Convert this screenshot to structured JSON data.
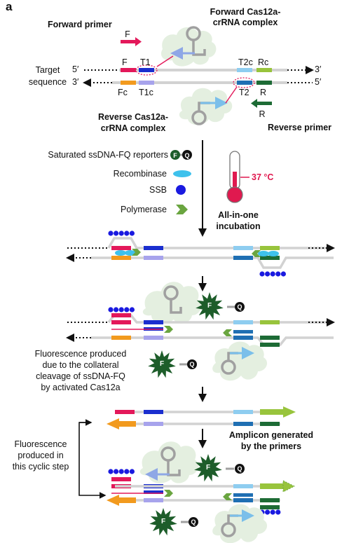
{
  "panel_label": "a",
  "top": {
    "forward_primer": "Forward primer",
    "forward_complex_line1": "Forward Cas12a-",
    "forward_complex_line2": "crRNA complex",
    "reverse_complex_line1": "Reverse Cas12a-",
    "reverse_complex_line2": "crRNA complex",
    "reverse_primer": "Reverse primer",
    "target_line1": "Target",
    "target_line2": "sequence",
    "F": "F",
    "R": "R",
    "T1": "T1",
    "T1c": "T1c",
    "T2": "T2",
    "T2c": "T2c",
    "Fc": "Fc",
    "Rc": "Rc",
    "five_prime": "5′",
    "three_prime": "3′"
  },
  "legend": {
    "reporters": "Saturated ssDNA-FQ reporters",
    "recombinase": "Recombinase",
    "ssb": "SSB",
    "polymerase": "Polymerase",
    "temperature": "37 °C",
    "incubation_line1": "All-in-one",
    "incubation_line2": "incubation"
  },
  "steps": {
    "fluor_desc_line1": "Fluorescence produced",
    "fluor_desc_line2": "due to the collateral",
    "fluor_desc_line3": "cleavage of ssDNA-FQ",
    "fluor_desc_line4": "by activated Cas12a",
    "amplicon_line1": "Amplicon generated",
    "amplicon_line2": "by the primers",
    "cyclic_line1": "Fluorescence",
    "cyclic_line2": "produced in",
    "cyclic_line3": "this cyclic step"
  },
  "reporter_letters": {
    "F": "F",
    "Q": "Q"
  },
  "colors": {
    "forward_primer": "#e3185a",
    "reverse_primer": "#1d6b35",
    "T1": "#1a2ecf",
    "T1c": "#a7a3ec",
    "T2": "#1f6fb3",
    "T2c": "#8ecdf0",
    "Fc": "#f29a1e",
    "Rc": "#98c43c",
    "strand": "#d2d2d2",
    "cloud": "#e4efe0",
    "recombinase": "#3ec1ec",
    "ssb": "#1a1ae0",
    "polymerase": "#6aa540",
    "fluorophore": "#1d5d2a",
    "temperature": "#e0194f"
  },
  "icons": [
    "arrow-right-icon",
    "arrow-left-icon",
    "cloud-icon",
    "hairpin-icon",
    "dotted-ellipse-icon",
    "star-burst-icon",
    "quencher-icon",
    "thermometer-icon",
    "recombinase-icon",
    "ssb-icon",
    "polymerase-icon",
    "down-arrow-icon",
    "cycle-bracket-icon"
  ]
}
